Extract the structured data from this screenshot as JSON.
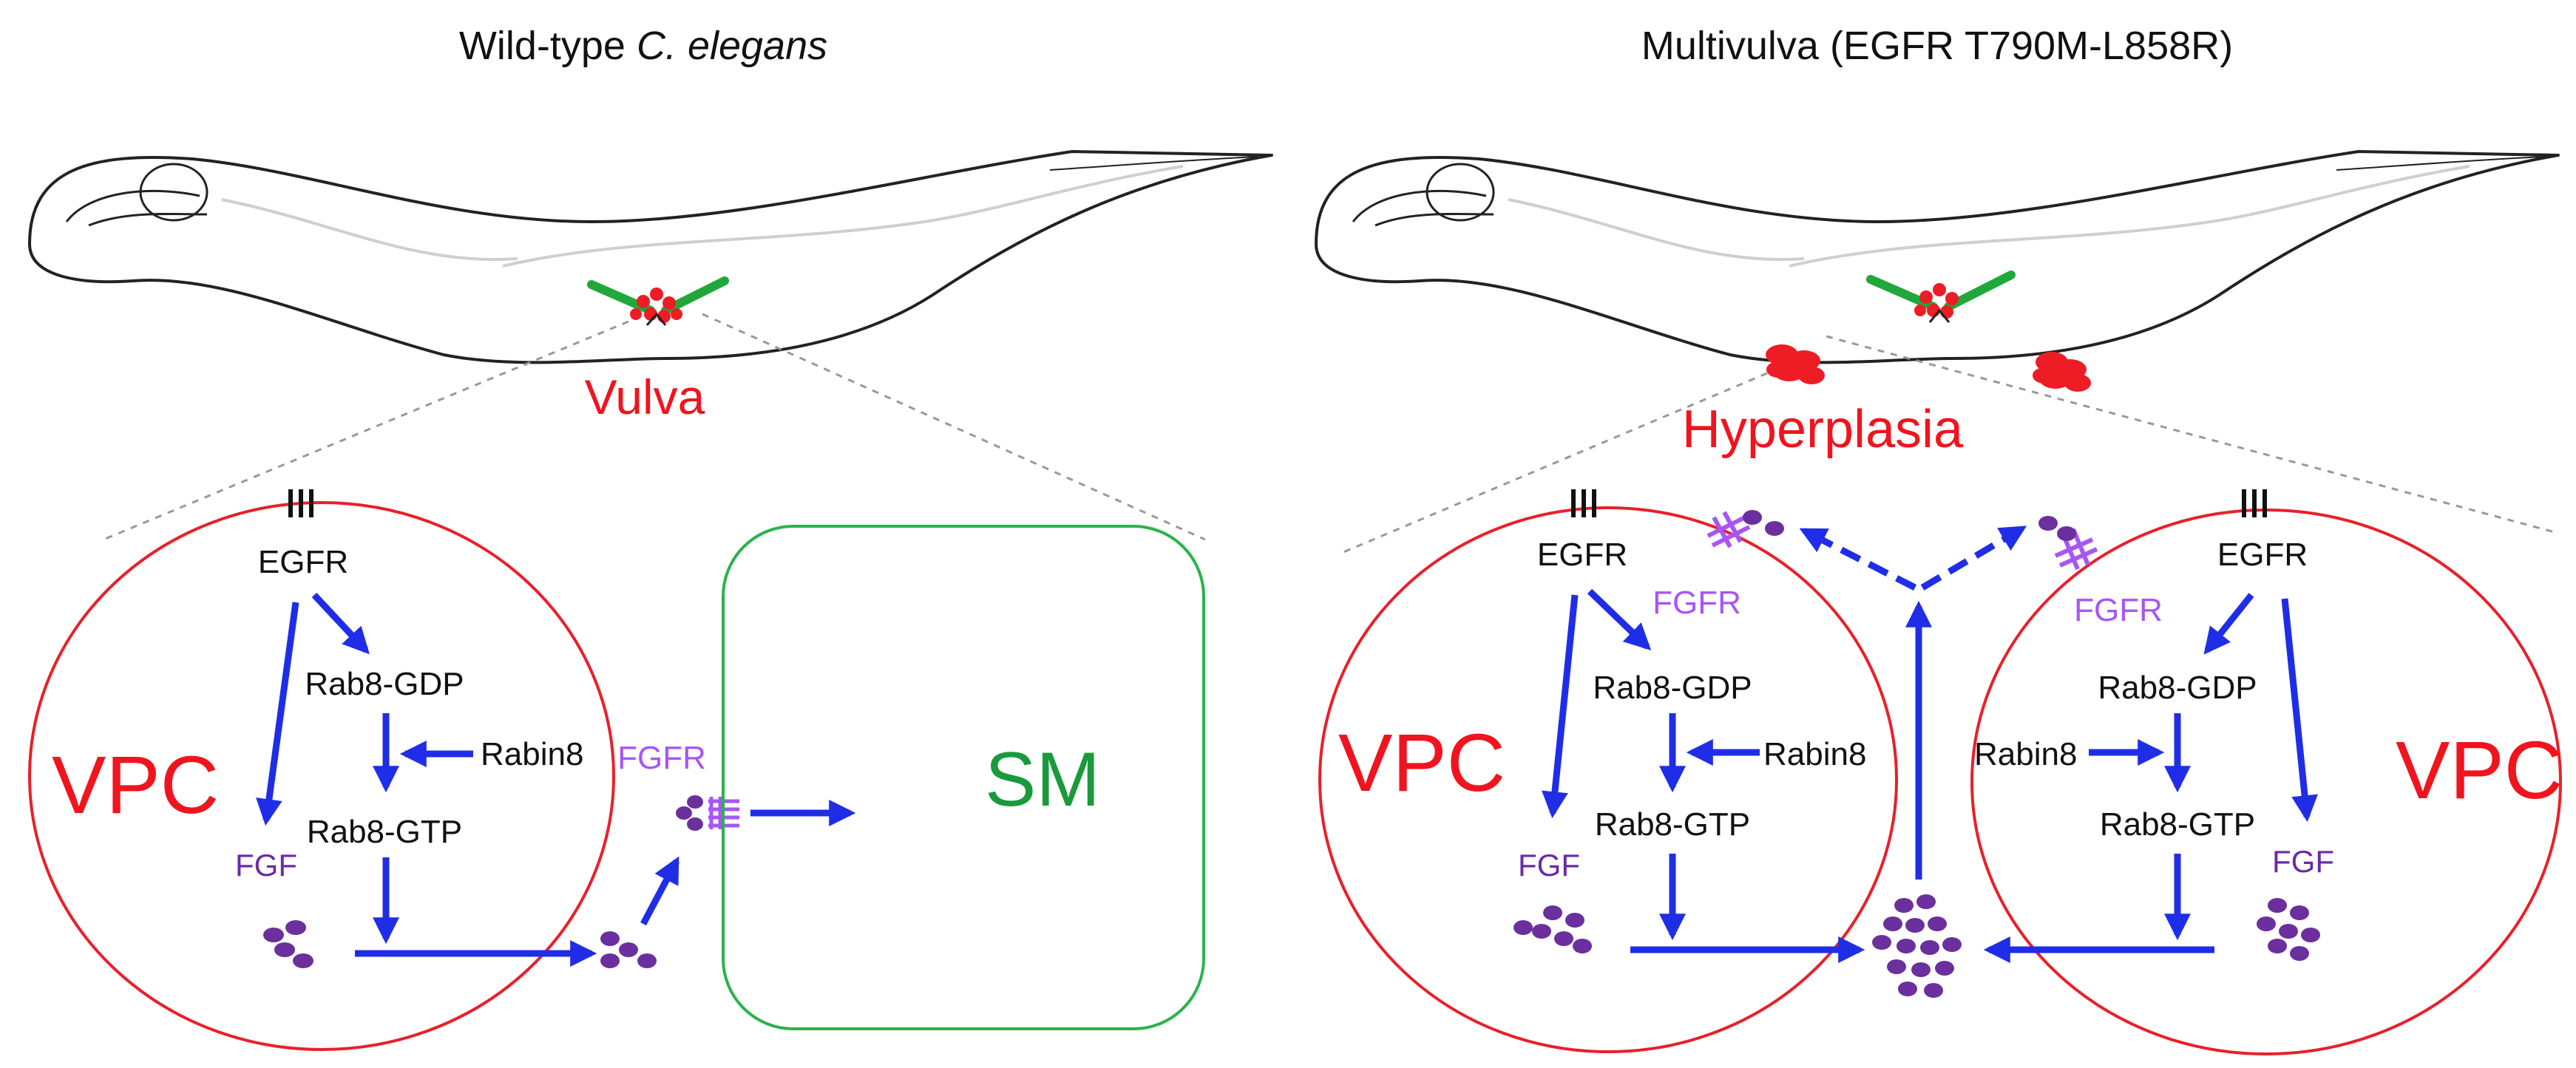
{
  "panels": {
    "left": {
      "title_prefix": "Wild-type ",
      "title_species": "C. elegans",
      "organ_label": "Vulva",
      "cell_label": "VPC",
      "target_label": "SM",
      "receptor_label": "EGFR",
      "gdp_label": "Rab8-GDP",
      "gtp_label": "Rab8-GTP",
      "gef_label": "Rabin8",
      "ligand_label": "FGF",
      "fgfr_label": "FGFR"
    },
    "right": {
      "title": "Multivulva (EGFR T790M-L858R)",
      "organ_label": "Hyperplasia",
      "cell_label_left": "VPC",
      "cell_label_right": "VPC",
      "receptor_label_left": "EGFR",
      "receptor_label_right": "EGFR",
      "gdp_label_left": "Rab8-GDP",
      "gdp_label_right": "Rab8-GDP",
      "gtp_label_left": "Rab8-GTP",
      "gtp_label_right": "Rab8-GTP",
      "gef_label_left": "Rabin8",
      "gef_label_right": "Rabin8",
      "ligand_label_left": "FGF",
      "ligand_label_right": "FGF",
      "fgfr_label_left": "FGFR",
      "fgfr_label_right": "FGFR"
    }
  },
  "colors": {
    "arrow": "#1f2ee6",
    "cell_outline": "#e8202a",
    "sm_outline": "#2bb24c",
    "red_text": "#f0141e",
    "green_text": "#1a9a3c",
    "fgf_text": "#6a2aa8",
    "fgfr_text": "#a855f7",
    "dot": "#6b2f9e",
    "worm": "#222222"
  }
}
